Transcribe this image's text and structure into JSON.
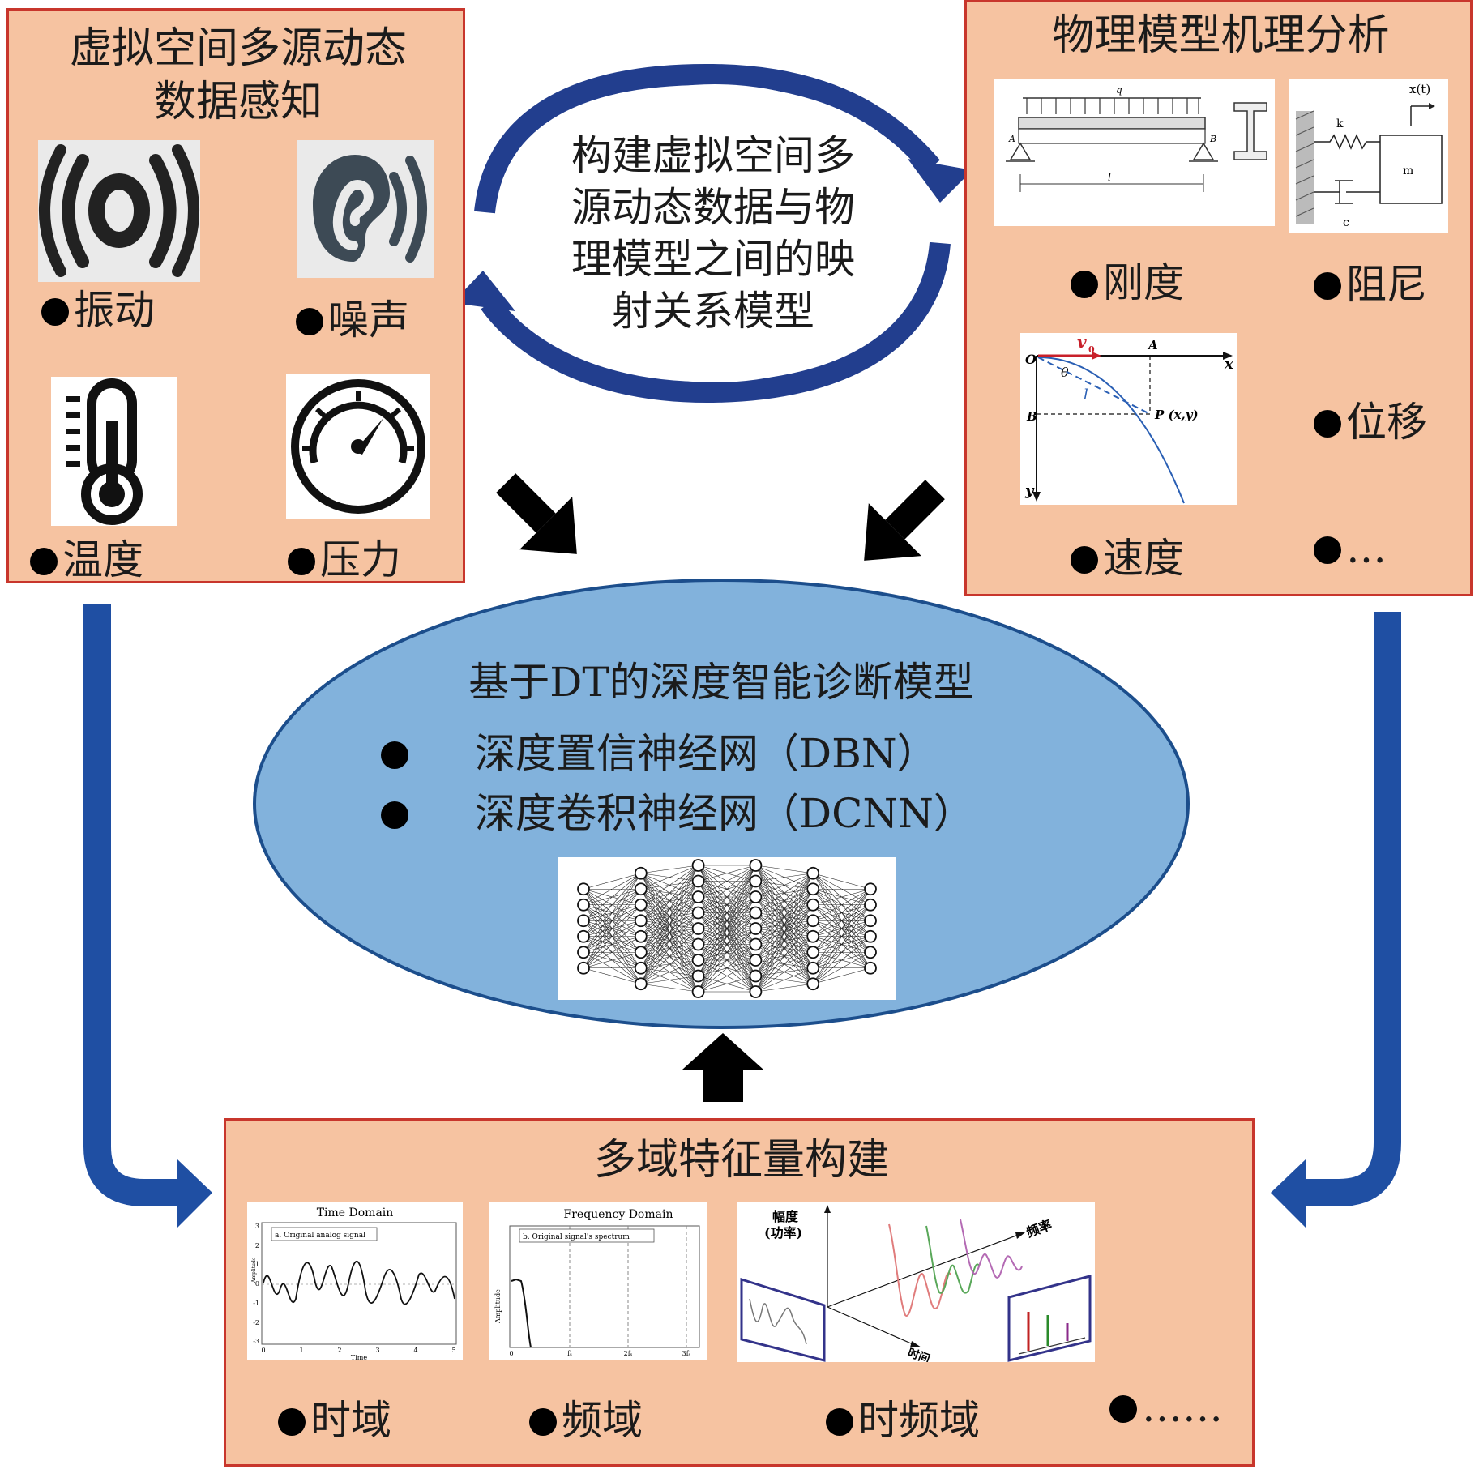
{
  "left_panel": {
    "title": "虚拟空间多源动态\n数据感知",
    "items": [
      "振动",
      "噪声",
      "温度",
      "压力"
    ]
  },
  "right_panel": {
    "title": "物理模型机理分析",
    "items": [
      "刚度",
      "阻尼",
      "位移",
      "速度",
      "…"
    ],
    "beam_labels": {
      "load": "q",
      "a": "A",
      "b": "B",
      "length": "l"
    },
    "spring_labels": {
      "k": "k",
      "c": "c",
      "m": "m",
      "x": "x(t)"
    },
    "trajectory_labels": {
      "o": "O",
      "a": "A",
      "b": "B",
      "x": "x",
      "y": "y",
      "v": "v",
      "v_sub": "0",
      "theta": "θ",
      "l": "l",
      "p": "P (x,y)"
    }
  },
  "center_cycle": {
    "text": "构建虚拟空间多\n源动态数据与物\n理模型之间的映\n射关系模型"
  },
  "ellipse": {
    "title": "基于DT的深度智能诊断模型",
    "items": [
      "深度置信神经网（DBN）",
      "深度卷积神经网（DCNN）"
    ],
    "network_layers": [
      6,
      8,
      9,
      9,
      8,
      6
    ]
  },
  "bottom_panel": {
    "title": "多域特征量构建",
    "items": [
      "时域",
      "频域",
      "时频域",
      "……"
    ],
    "time_chart": {
      "title": "Time Domain",
      "legend": "a.  Original analog signal",
      "xlabel": "Time",
      "ylabel": "Amplitude",
      "xticks": [
        "0",
        "1",
        "2",
        "3",
        "4",
        "5"
      ],
      "yticks": [
        "3",
        "2",
        "1",
        "0",
        "-1",
        "-2",
        "-3"
      ]
    },
    "freq_chart": {
      "title": "Frequency Domain",
      "legend": "b.  Original signal's spectrum",
      "ylabel": "Amplitude",
      "xticks": [
        "0",
        "fₛ",
        "2fₛ",
        "3fₛ"
      ]
    },
    "tf_chart": {
      "amp_label": "幅度",
      "power_label": "(功率)",
      "freq_label": "频率",
      "time_label": "时间"
    }
  },
  "colors": {
    "panel_fill": "#f6c3a1",
    "panel_border": "#c8362c",
    "ellipse_fill": "#82b2dc",
    "ellipse_border": "#1c4e8c",
    "arrow_blue": "#1f4fa3",
    "cycle_blue": "#223e8e"
  }
}
